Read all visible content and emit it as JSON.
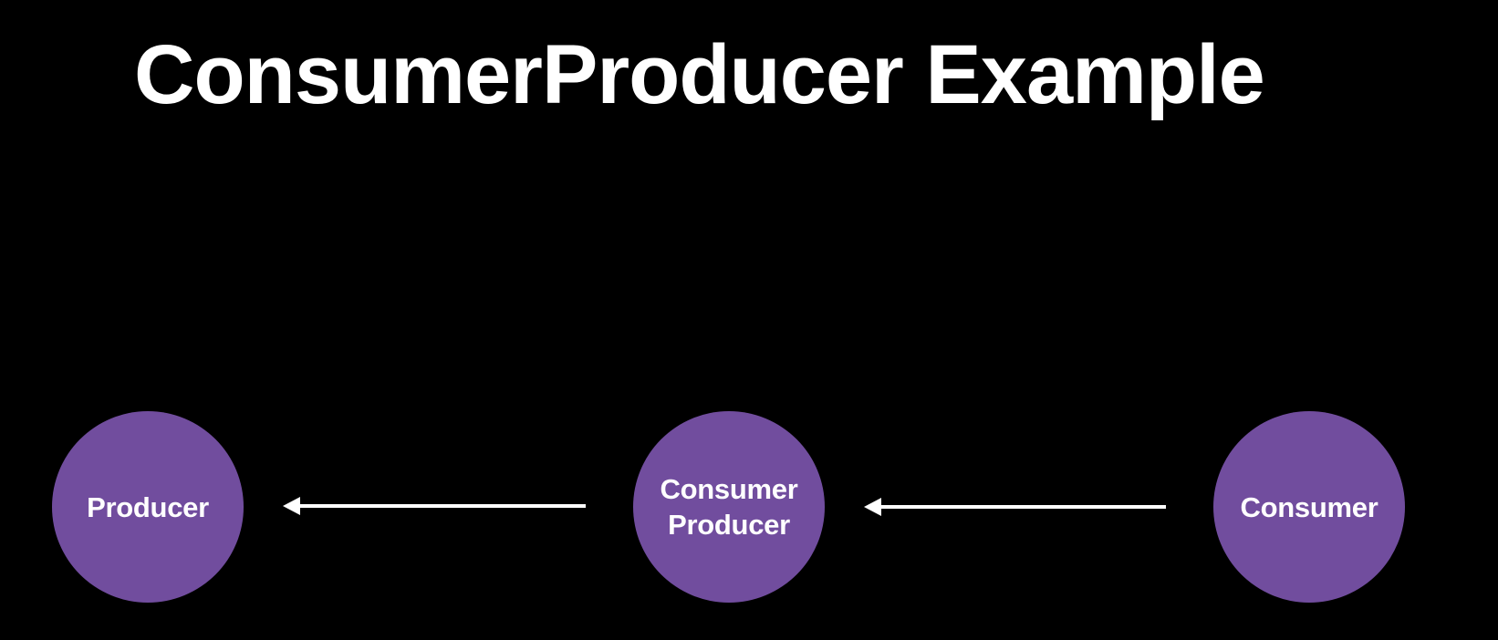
{
  "title": "ConsumerProducer Example",
  "colors": {
    "background": "#000000",
    "text": "#FFFFFF",
    "node_fill": "#714D9E",
    "arrow": "#FFFFFF"
  },
  "nodes": [
    {
      "id": "producer",
      "lines": [
        "Producer"
      ]
    },
    {
      "id": "consumer-producer",
      "lines": [
        "Consumer",
        "Producer"
      ]
    },
    {
      "id": "consumer",
      "lines": [
        "Consumer"
      ]
    }
  ],
  "edges": [
    {
      "from": "consumer-producer",
      "to": "producer"
    },
    {
      "from": "consumer",
      "to": "consumer-producer"
    }
  ]
}
